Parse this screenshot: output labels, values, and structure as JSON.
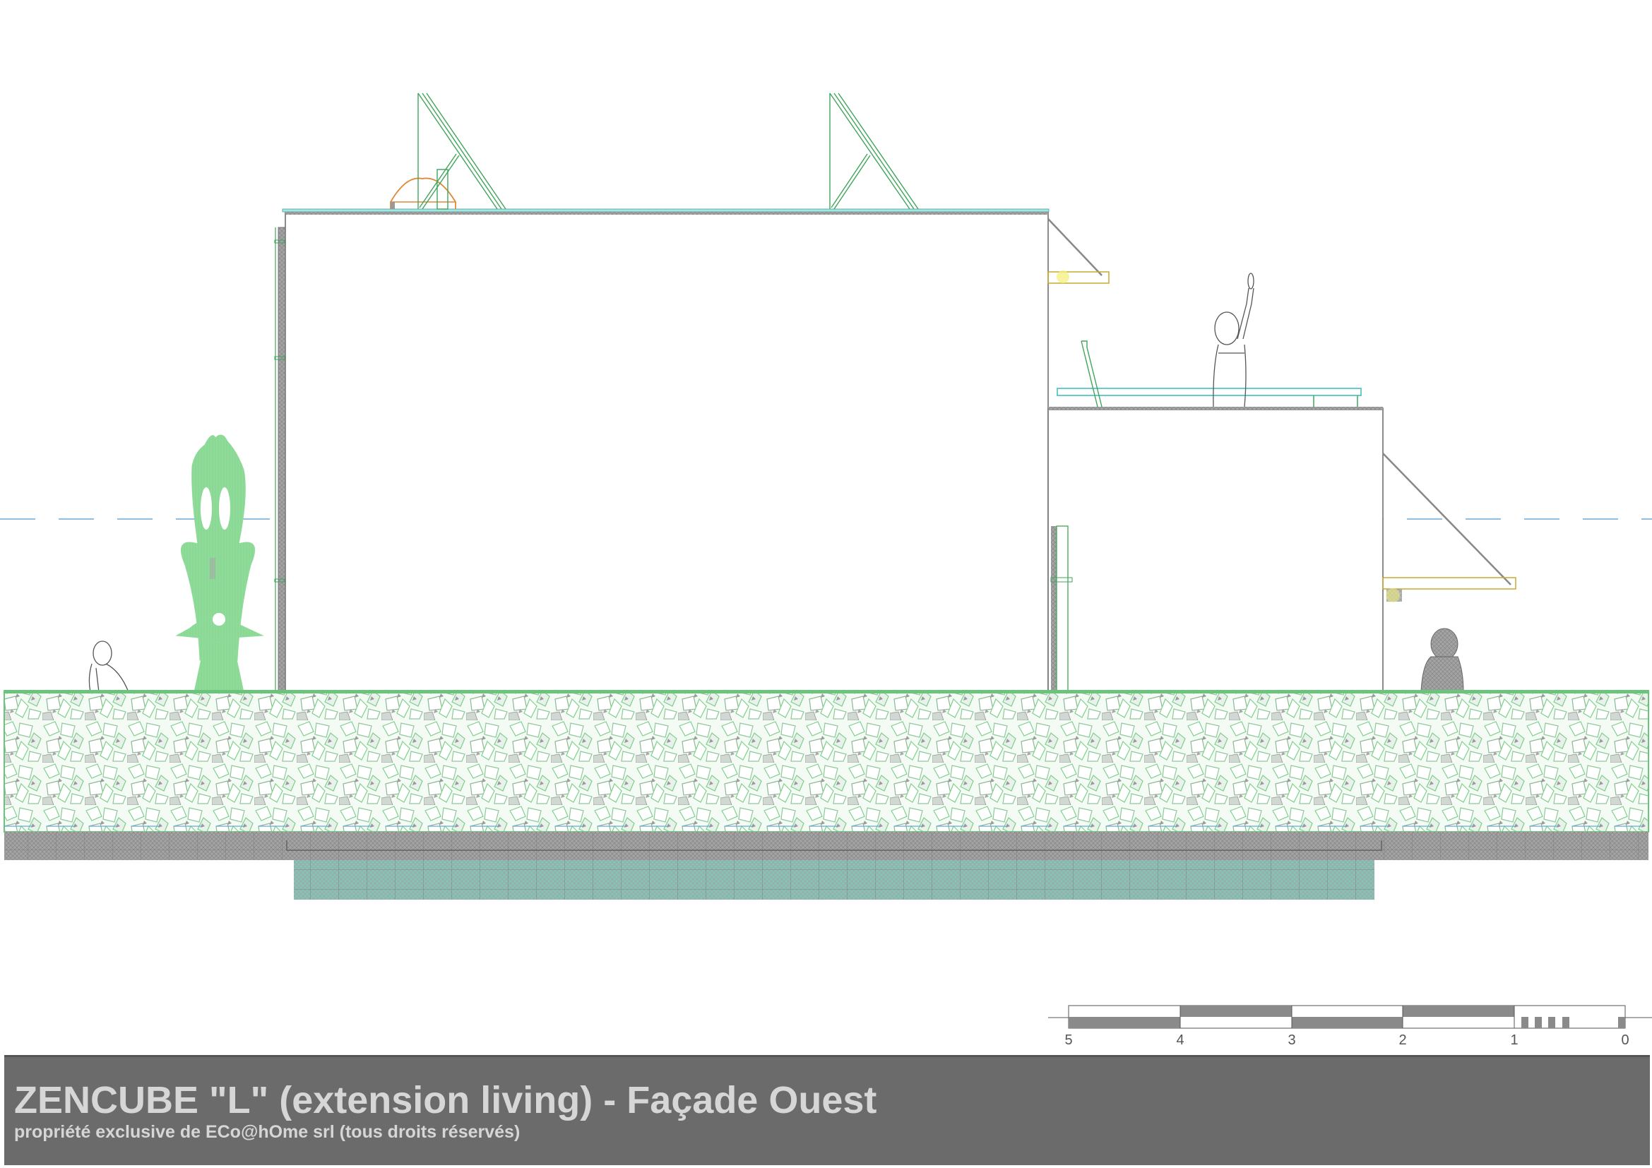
{
  "title_block": {
    "title": "ZENCUBE \"L\" (extension living) - Façade Ouest",
    "subtitle": "propriété exclusive de ECo@hOme srl (tous droits réservés)",
    "background_color": "#6b6b6b",
    "text_color": "#d6d6d6"
  },
  "scale_bar": {
    "labels": [
      "5",
      "4",
      "3",
      "2",
      "1",
      "0"
    ],
    "unit_segments": 5,
    "subdivisions_last_segment": 10
  },
  "drawing": {
    "type": "architectural elevation",
    "view": "Façade Ouest",
    "colors": {
      "structure_green": "#3fa55a",
      "vegetation_green": "#8fdc9a",
      "ground_hatch_gray": "#9a9a9a",
      "foundation_teal": "#7fbfb3",
      "awning_yellow": "#c8a830",
      "skylight_orange": "#e0883a",
      "level_line_blue": "#6aa8d8",
      "cable_gray": "#888888",
      "railing_cyan": "#40c0c0"
    },
    "elements": [
      {
        "name": "main-volume",
        "label": ""
      },
      {
        "name": "lower-volume",
        "label": ""
      },
      {
        "name": "solar-panel-1",
        "label": ""
      },
      {
        "name": "solar-panel-2",
        "label": ""
      },
      {
        "name": "roof-skylight-dome",
        "label": ""
      },
      {
        "name": "terrace-railing",
        "label": ""
      },
      {
        "name": "upper-awning",
        "label": ""
      },
      {
        "name": "lower-awning",
        "label": ""
      },
      {
        "name": "person-waving",
        "label": ""
      },
      {
        "name": "person-left",
        "label": ""
      },
      {
        "name": "person-right",
        "label": ""
      },
      {
        "name": "ornamental-plant",
        "label": ""
      },
      {
        "name": "gravel-ground-layer",
        "label": ""
      },
      {
        "name": "concrete-slab",
        "label": ""
      },
      {
        "name": "foundation-footing",
        "label": ""
      }
    ]
  }
}
